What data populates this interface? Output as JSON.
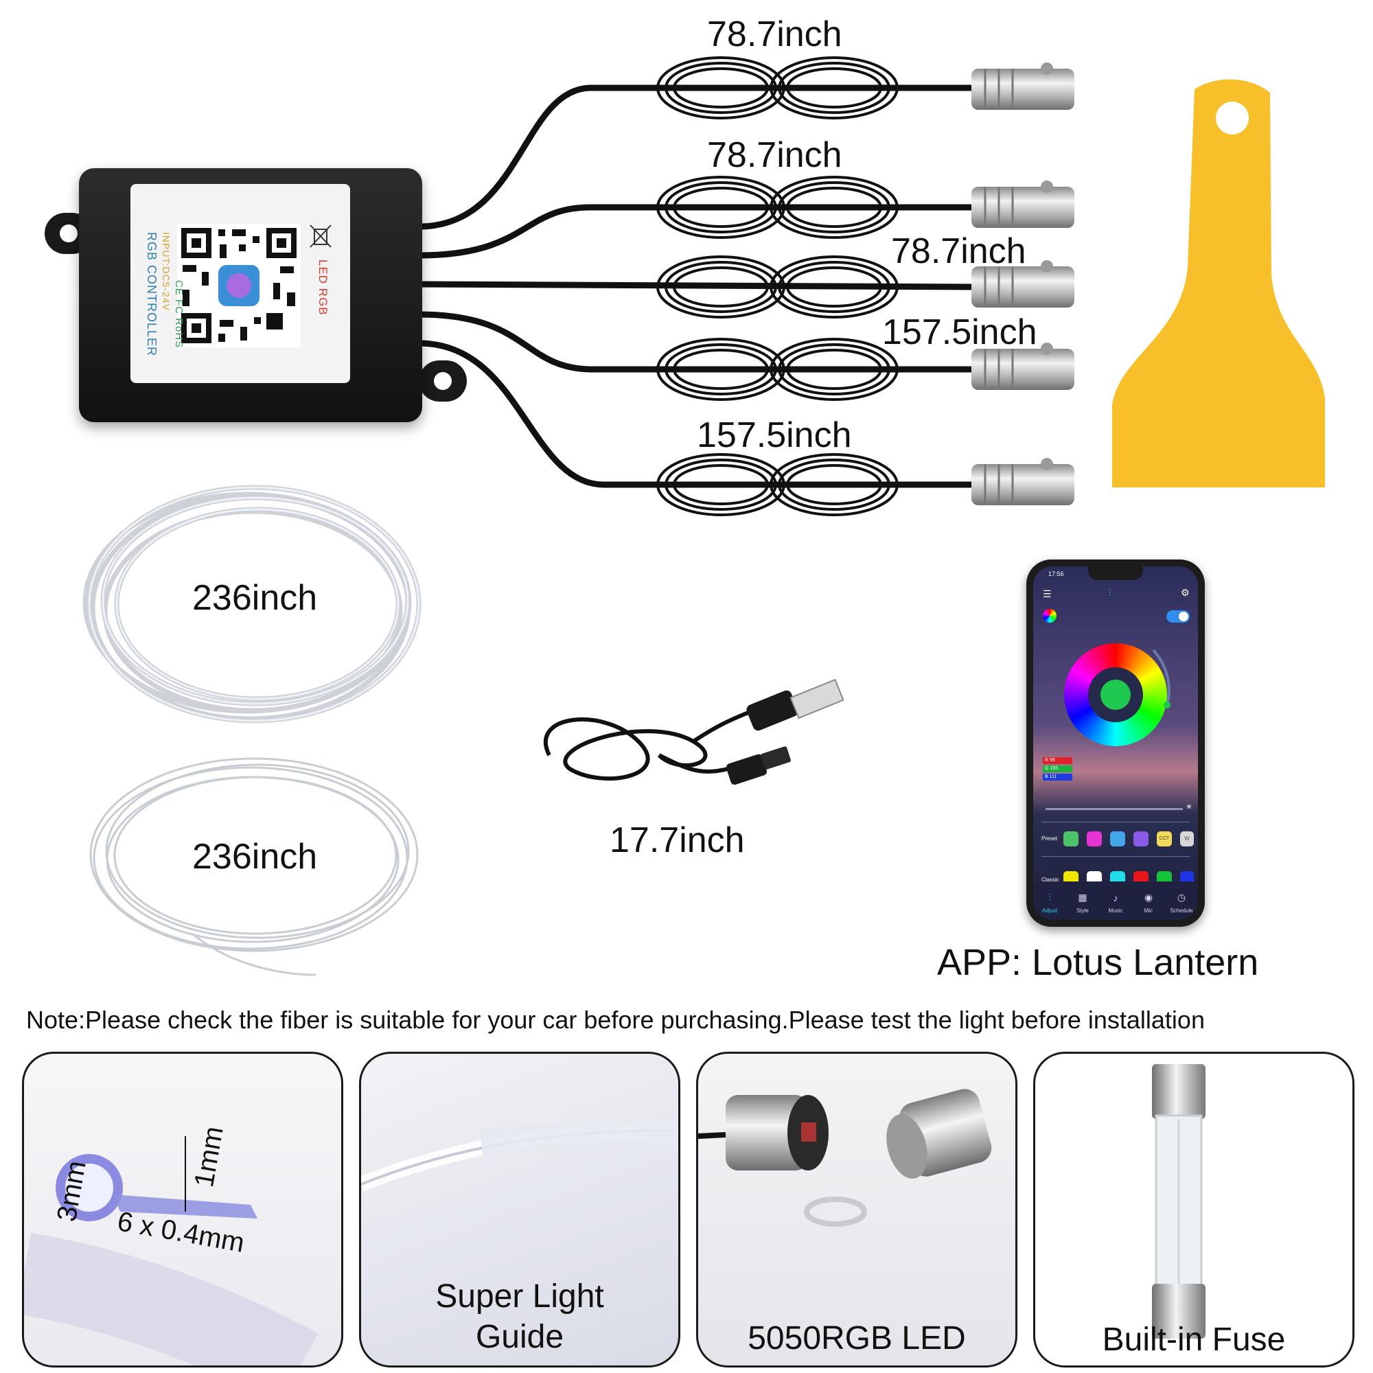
{
  "cable_labels": {
    "cable1": "78.7inch",
    "cable2": "78.7inch",
    "cable3": "78.7inch",
    "cable4": "157.5inch",
    "cable5": "157.5inch"
  },
  "fiber_labels": {
    "thick_fiber": "236inch",
    "thin_fiber": "236inch"
  },
  "usb_cable_label": "17.7inch",
  "controller": {
    "line1": "LED RGB",
    "line2": "RGB CONTROLLER",
    "line3": "INPUT:DC5-24V",
    "line4": "CE FC RoHS"
  },
  "app_label": "APP: Lotus Lantern",
  "phone": {
    "time": "17:56",
    "r_value": "R 98",
    "g_value": "G 193",
    "b_value": "B 111",
    "preset_label": "Preset",
    "classic_label": "Classic",
    "cct_label": "CCT",
    "w_label": "W",
    "preset_colors": [
      "#4cc36a",
      "#e534d4",
      "#43a6e9",
      "#8b5ae8"
    ],
    "classic_colors": [
      "#f1e600",
      "#ffffff",
      "#1fe0e8",
      "#e8161d",
      "#16c23a",
      "#1e36e8"
    ],
    "tabs": [
      "Adjust",
      "Style",
      "Music",
      "Mic",
      "Schedule"
    ]
  },
  "note": "Note:Please check the fiber is suitable for your car before purchasing.Please test the light before installation",
  "panels": {
    "p1": {
      "dim_3mm": "3mm",
      "dim_1mm": "1mm",
      "dim_width": "6 x 0.4mm"
    },
    "p2": {
      "caption_line1": "Super Light",
      "caption_line2": "Guide"
    },
    "p3": {
      "caption": "5050RGB LED"
    },
    "p4": {
      "caption": "Built-in Fuse"
    }
  },
  "colors": {
    "scraper": "#f7bf2a",
    "cable": "#111111",
    "metal": "#c6c6c6"
  }
}
